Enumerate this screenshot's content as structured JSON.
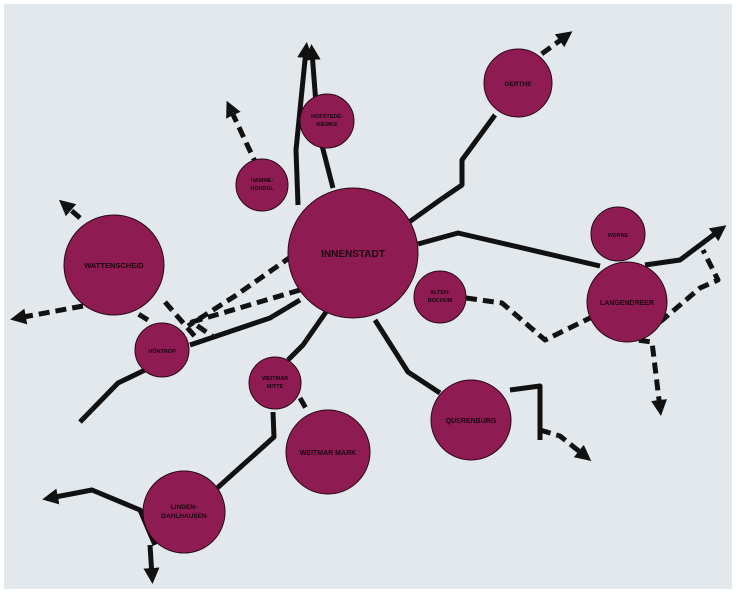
{
  "diagram": {
    "background": "#e3e8ec",
    "node_color": "#8e1c52",
    "line_color": "#111111",
    "districts": [
      {
        "id": "innenstadt",
        "lines": [
          "INNENSTADT"
        ]
      },
      {
        "id": "wattenscheid",
        "lines": [
          "WATTENSCHEID"
        ]
      },
      {
        "id": "gerthe",
        "lines": [
          "GERTHE"
        ]
      },
      {
        "id": "hofstede",
        "lines": [
          "HOFSTEDE-",
          "RIEMKE"
        ]
      },
      {
        "id": "hamme",
        "lines": [
          "HAMME-",
          "HORDEL"
        ]
      },
      {
        "id": "werne",
        "lines": [
          "WERNE"
        ]
      },
      {
        "id": "langendreer",
        "lines": [
          "LANGENDREER"
        ]
      },
      {
        "id": "altenbochum",
        "lines": [
          "ALTEN-",
          "BOCHUM"
        ]
      },
      {
        "id": "hoentrop",
        "lines": [
          "HÖNTROP"
        ]
      },
      {
        "id": "weitmar-mitte",
        "lines": [
          "WEITMAR",
          "MITTE"
        ]
      },
      {
        "id": "weitmar-mark",
        "lines": [
          "WEITMAR MARK"
        ]
      },
      {
        "id": "querenburg",
        "lines": [
          "QUERENBURG"
        ]
      },
      {
        "id": "linden",
        "lines": [
          "LINDEN-",
          "DAHLHAUSEN"
        ]
      }
    ]
  }
}
